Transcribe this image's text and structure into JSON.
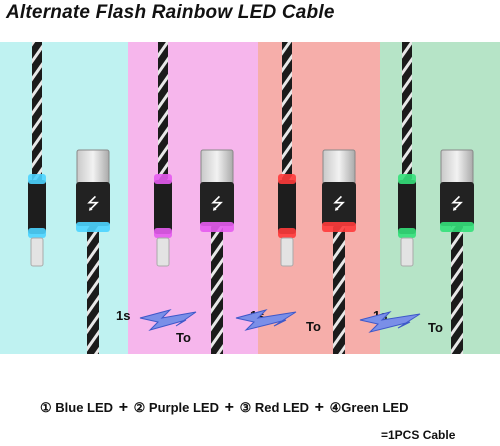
{
  "title": "Alternate Flash Rainbow LED Cable",
  "colors": {
    "blue_bg": "#bff2f1",
    "purple_bg": "#f6b6ec",
    "red_bg": "#f6aeaa",
    "green_bg": "#b6e4c7",
    "blue_led": "#4cd4ff",
    "purple_led": "#e55cf0",
    "red_led": "#ff3b3b",
    "green_led": "#34e07a"
  },
  "transitions": [
    {
      "time": "1s",
      "to": "To"
    },
    {
      "time": "1s",
      "to": "To"
    },
    {
      "time": "1s",
      "to": "To"
    }
  ],
  "legend": {
    "item1": "① Blue LED",
    "item2": "② Purple LED",
    "item3": "③ Red LED",
    "item4": "④Green LED",
    "plus": "+",
    "note": "=1PCS Cable"
  }
}
